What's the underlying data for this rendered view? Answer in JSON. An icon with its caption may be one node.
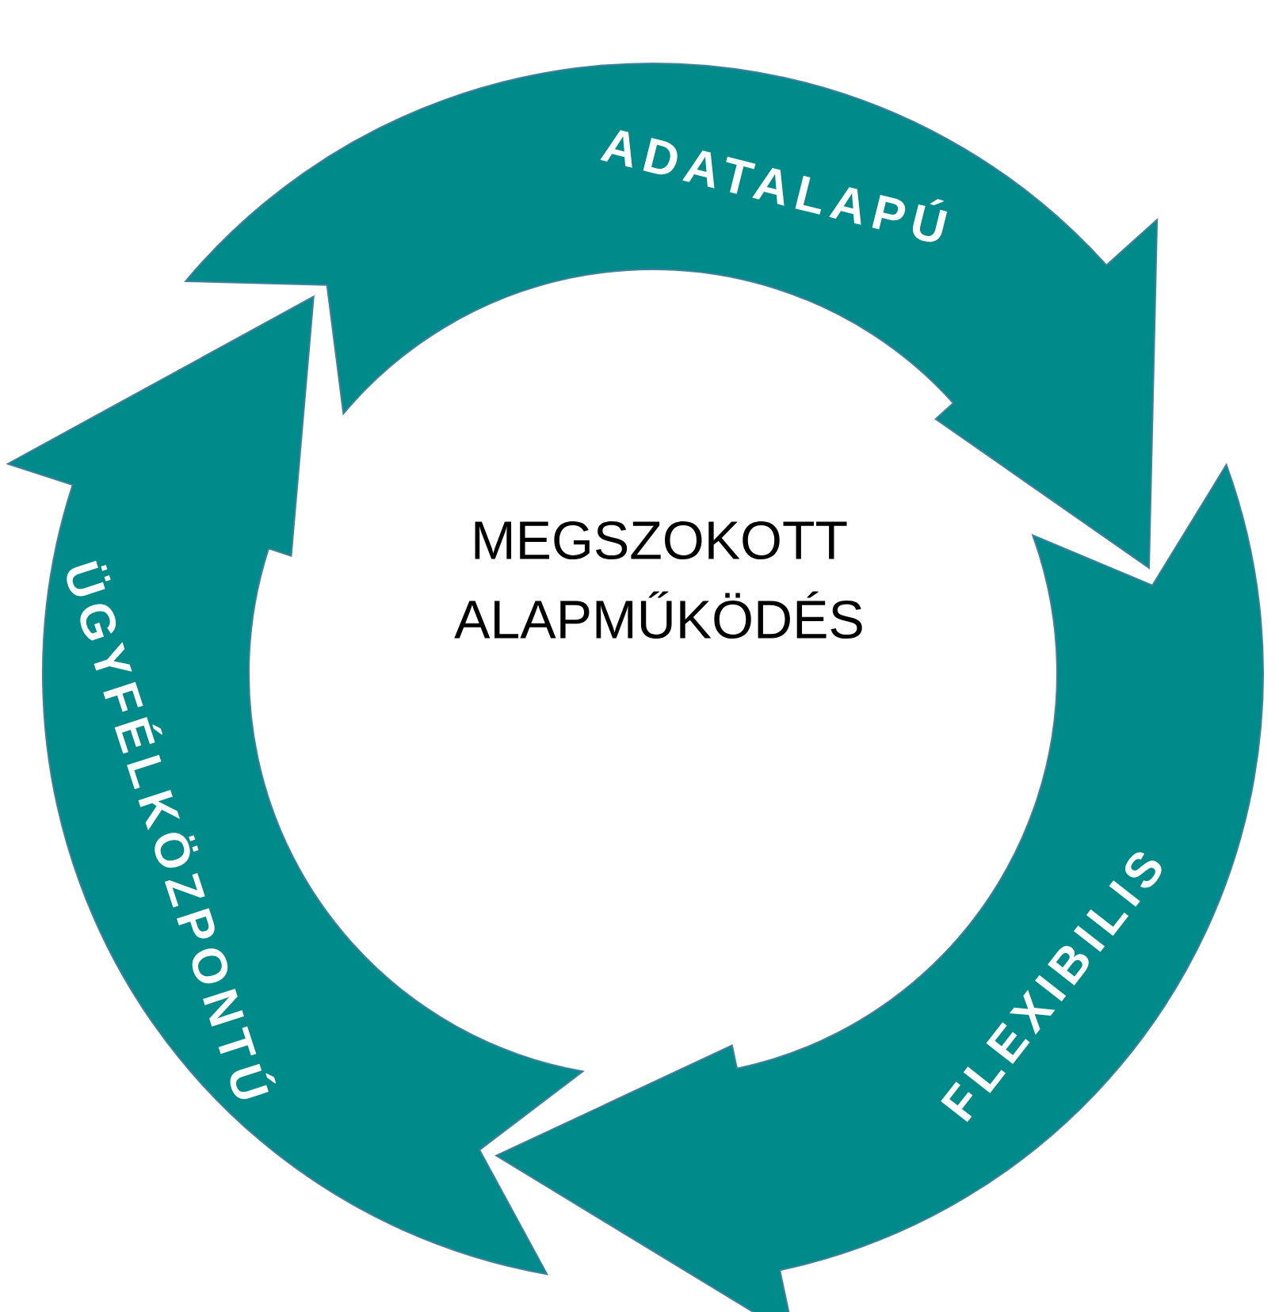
{
  "diagram": {
    "nodes": [
      {
        "text": [
          "ADATALAPÚ"
        ]
      },
      {
        "text": [
          "FLEXIBILIS"
        ]
      },
      {
        "text": [
          "ÜGYFÉLKÖZPONTÚ"
        ]
      }
    ],
    "labels": [
      "MEGSZOKOTT ALAPMŰKÖDÉS"
    ]
  }
}
